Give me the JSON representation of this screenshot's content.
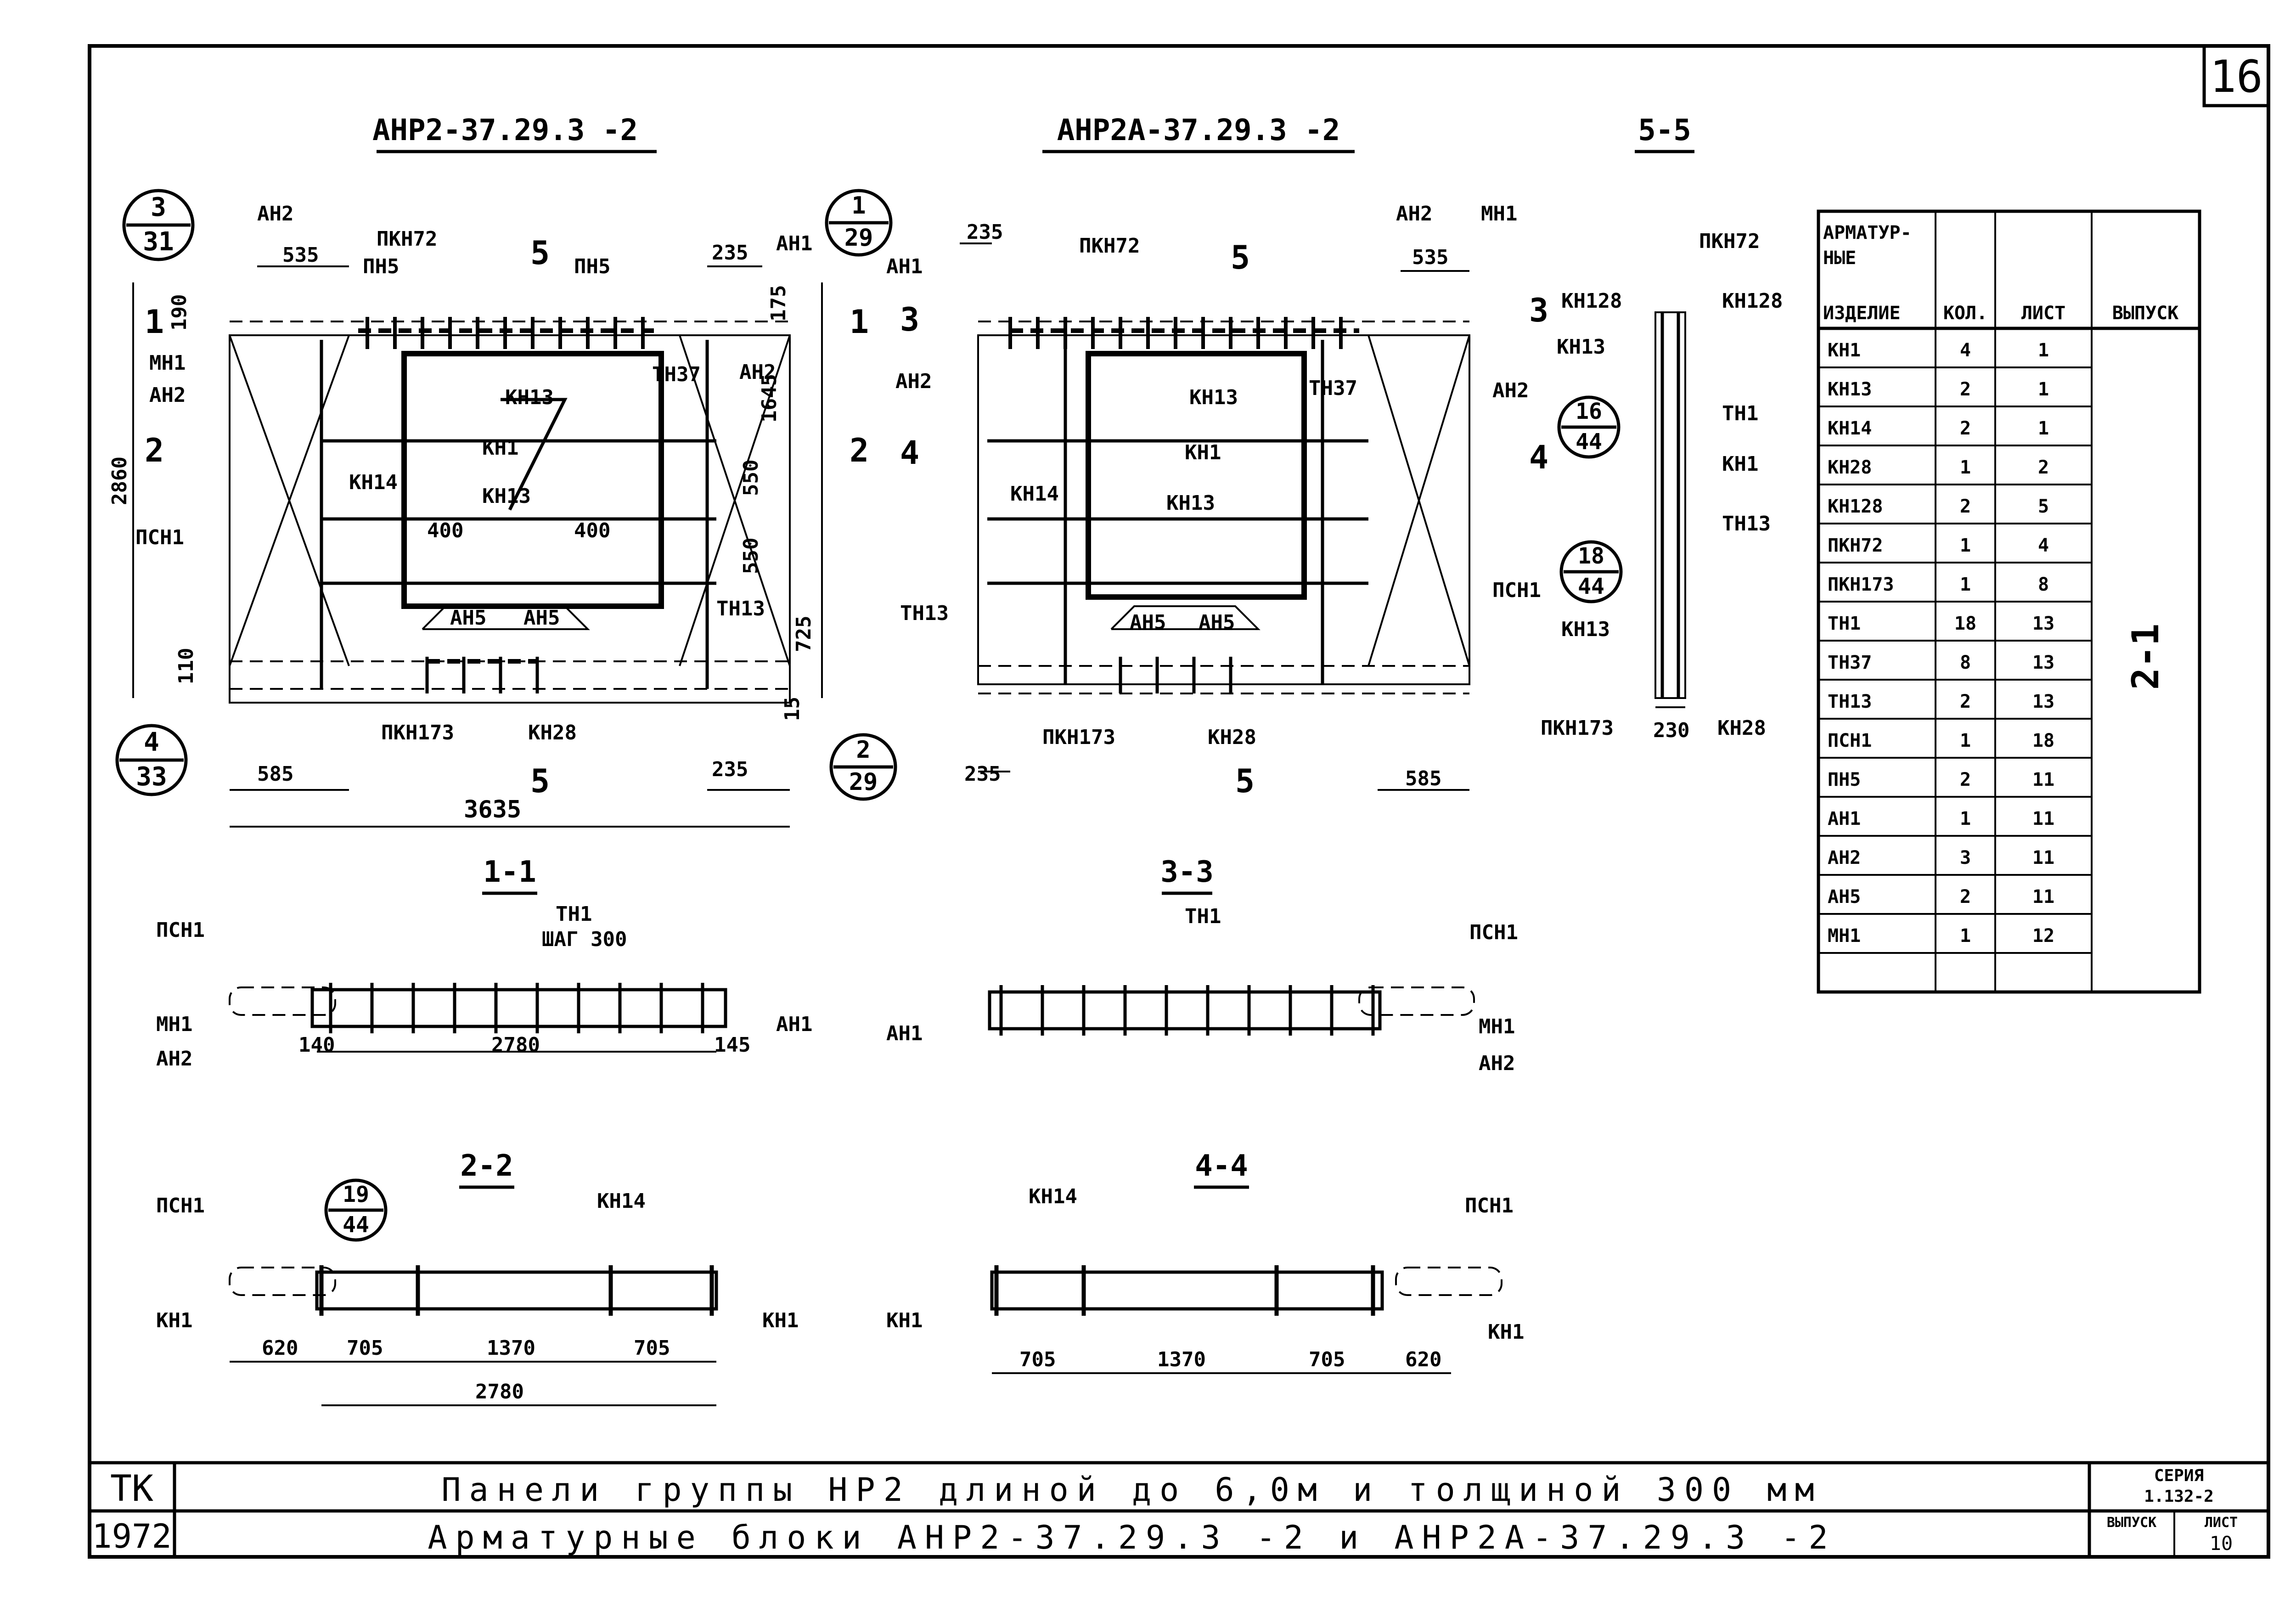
{
  "sheet_number": "16",
  "drawings": {
    "view_a_title": "АНР2-37.29.3 -2",
    "view_b_title": "АНР2А-37.29.3 -2",
    "section_55_title": "5-5",
    "section_11_title": "1-1",
    "section_33_title": "3-3",
    "section_22_title": "2-2",
    "section_44_title": "4-4"
  },
  "callouts": {
    "c_3_31": {
      "top": "3",
      "bottom": "31"
    },
    "c_4_33": {
      "top": "4",
      "bottom": "33"
    },
    "c_1_29": {
      "top": "1",
      "bottom": "29"
    },
    "c_2_29": {
      "top": "2",
      "bottom": "29"
    },
    "c_16_44": {
      "top": "16",
      "bottom": "44"
    },
    "c_18_44": {
      "top": "18",
      "bottom": "44"
    },
    "c_19_44": {
      "top": "19",
      "bottom": "44"
    }
  },
  "labels": {
    "an2": "АН2",
    "an1": "АН1",
    "pkn72": "ПКН72",
    "pn5": "ПН5",
    "mn1": "МН1",
    "kn13": "КН13",
    "kn1": "КН1",
    "kn14": "КН14",
    "tn37": "ТН37",
    "tn13": "ТН13",
    "tn1": "ТН1",
    "psn1": "ПСН1",
    "pkn173": "ПКН173",
    "kn28": "КН28",
    "kn128": "КН128",
    "an5": "АН5",
    "shag": "ШАГ 300",
    "sec1": "1",
    "sec2": "2",
    "sec3": "3",
    "sec4": "4",
    "sec5": "5"
  },
  "dims": {
    "d535": "535",
    "d235": "235",
    "d190": "190",
    "d175": "175",
    "d2860": "2860",
    "d1645": "1645",
    "d550": "550",
    "d725": "725",
    "d110": "110",
    "d15": "15",
    "d400": "400",
    "d585": "585",
    "d3635": "3635",
    "d230": "230",
    "d140": "140",
    "d2780": "2780",
    "d145": "145",
    "d620": "620",
    "d705": "705",
    "d1370": "1370"
  },
  "table": {
    "headers": [
      "АРМАТУР-НЫЕ ИЗДЕЛИЕ",
      "КОЛ.",
      "ЛИСТ",
      "ВЫПУСК"
    ],
    "rows": [
      [
        "КН1",
        "4",
        "1"
      ],
      [
        "КН13",
        "2",
        "1"
      ],
      [
        "КН14",
        "2",
        "1"
      ],
      [
        "КН28",
        "1",
        "2"
      ],
      [
        "КН128",
        "2",
        "5"
      ],
      [
        "ПКН72",
        "1",
        "4"
      ],
      [
        "ПКН173",
        "1",
        "8"
      ],
      [
        "ТН1",
        "18",
        "13"
      ],
      [
        "ТН37",
        "8",
        "13"
      ],
      [
        "ТН13",
        "2",
        "13"
      ],
      [
        "ПСН1",
        "1",
        "18"
      ],
      [
        "ПН5",
        "2",
        "11"
      ],
      [
        "АН1",
        "1",
        "11"
      ],
      [
        "АН2",
        "3",
        "11"
      ],
      [
        "АН5",
        "2",
        "11"
      ],
      [
        "МН1",
        "1",
        "12"
      ]
    ],
    "vypusk": "2-1"
  },
  "title_block": {
    "org": "ТК",
    "year": "1972",
    "line1": "Панели группы НР2 длиной до 6,0м и толщиной 300 мм",
    "line2": "Арматурные блоки АНР2-37.29.3 -2 и АНР2А-37.29.3 -2",
    "seria_label": "СЕРИЯ",
    "seria_value": "1.132-2",
    "vypusk_label": "ВЫПУСК",
    "list_label": "ЛИСТ",
    "list_value": "10"
  }
}
